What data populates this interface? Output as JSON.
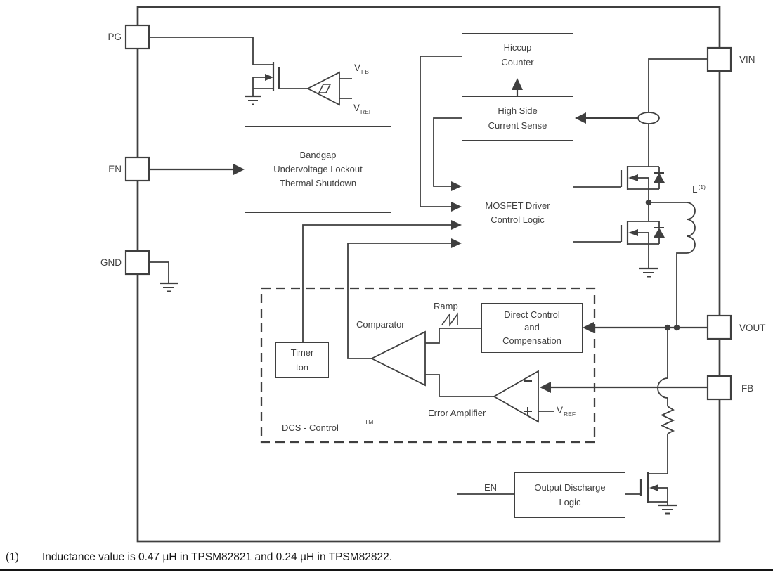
{
  "pins": {
    "pg": "PG",
    "en": "EN",
    "gnd": "GND",
    "vin": "VIN",
    "vout": "VOUT",
    "fb": "FB"
  },
  "blocks": {
    "hiccup_counter": {
      "lines": [
        "Hiccup",
        "Counter"
      ]
    },
    "high_side_current_sense": {
      "lines": [
        "High Side",
        "Current Sense"
      ]
    },
    "mosfet_driver": {
      "lines": [
        "MOSFET Driver",
        "Control Logic"
      ]
    },
    "bandgap": {
      "lines": [
        "Bandgap",
        "Undervoltage Lockout",
        "Thermal Shutdown"
      ]
    },
    "timer": {
      "lines": [
        "Timer",
        "ton"
      ]
    },
    "direct_control": {
      "lines": [
        "Direct Control",
        "and",
        "Compensation"
      ]
    },
    "output_discharge": {
      "lines": [
        "Output Discharge",
        "Logic"
      ]
    }
  },
  "labels": {
    "comparator": "Comparator",
    "error_amplifier": "Error Amplifier",
    "ramp": "Ramp",
    "dcs_control": "DCS - Control",
    "trademark": "TM",
    "discharge_enable": "EN",
    "v_fb": {
      "base": "V",
      "sub": "FB"
    },
    "v_ref": {
      "base": "V",
      "sub": "REF"
    },
    "inductor": {
      "base": "L",
      "sup": "(1)"
    }
  },
  "footnote": {
    "index": "(1)",
    "text": "Inductance value is 0.47 µH in TPSM82821 and 0.24 µH in TPSM82822."
  },
  "colors": {
    "stroke": "#3f3f3f",
    "text": "#3f3f3f",
    "footnote_text": "#161616",
    "background": "#ffffff"
  }
}
